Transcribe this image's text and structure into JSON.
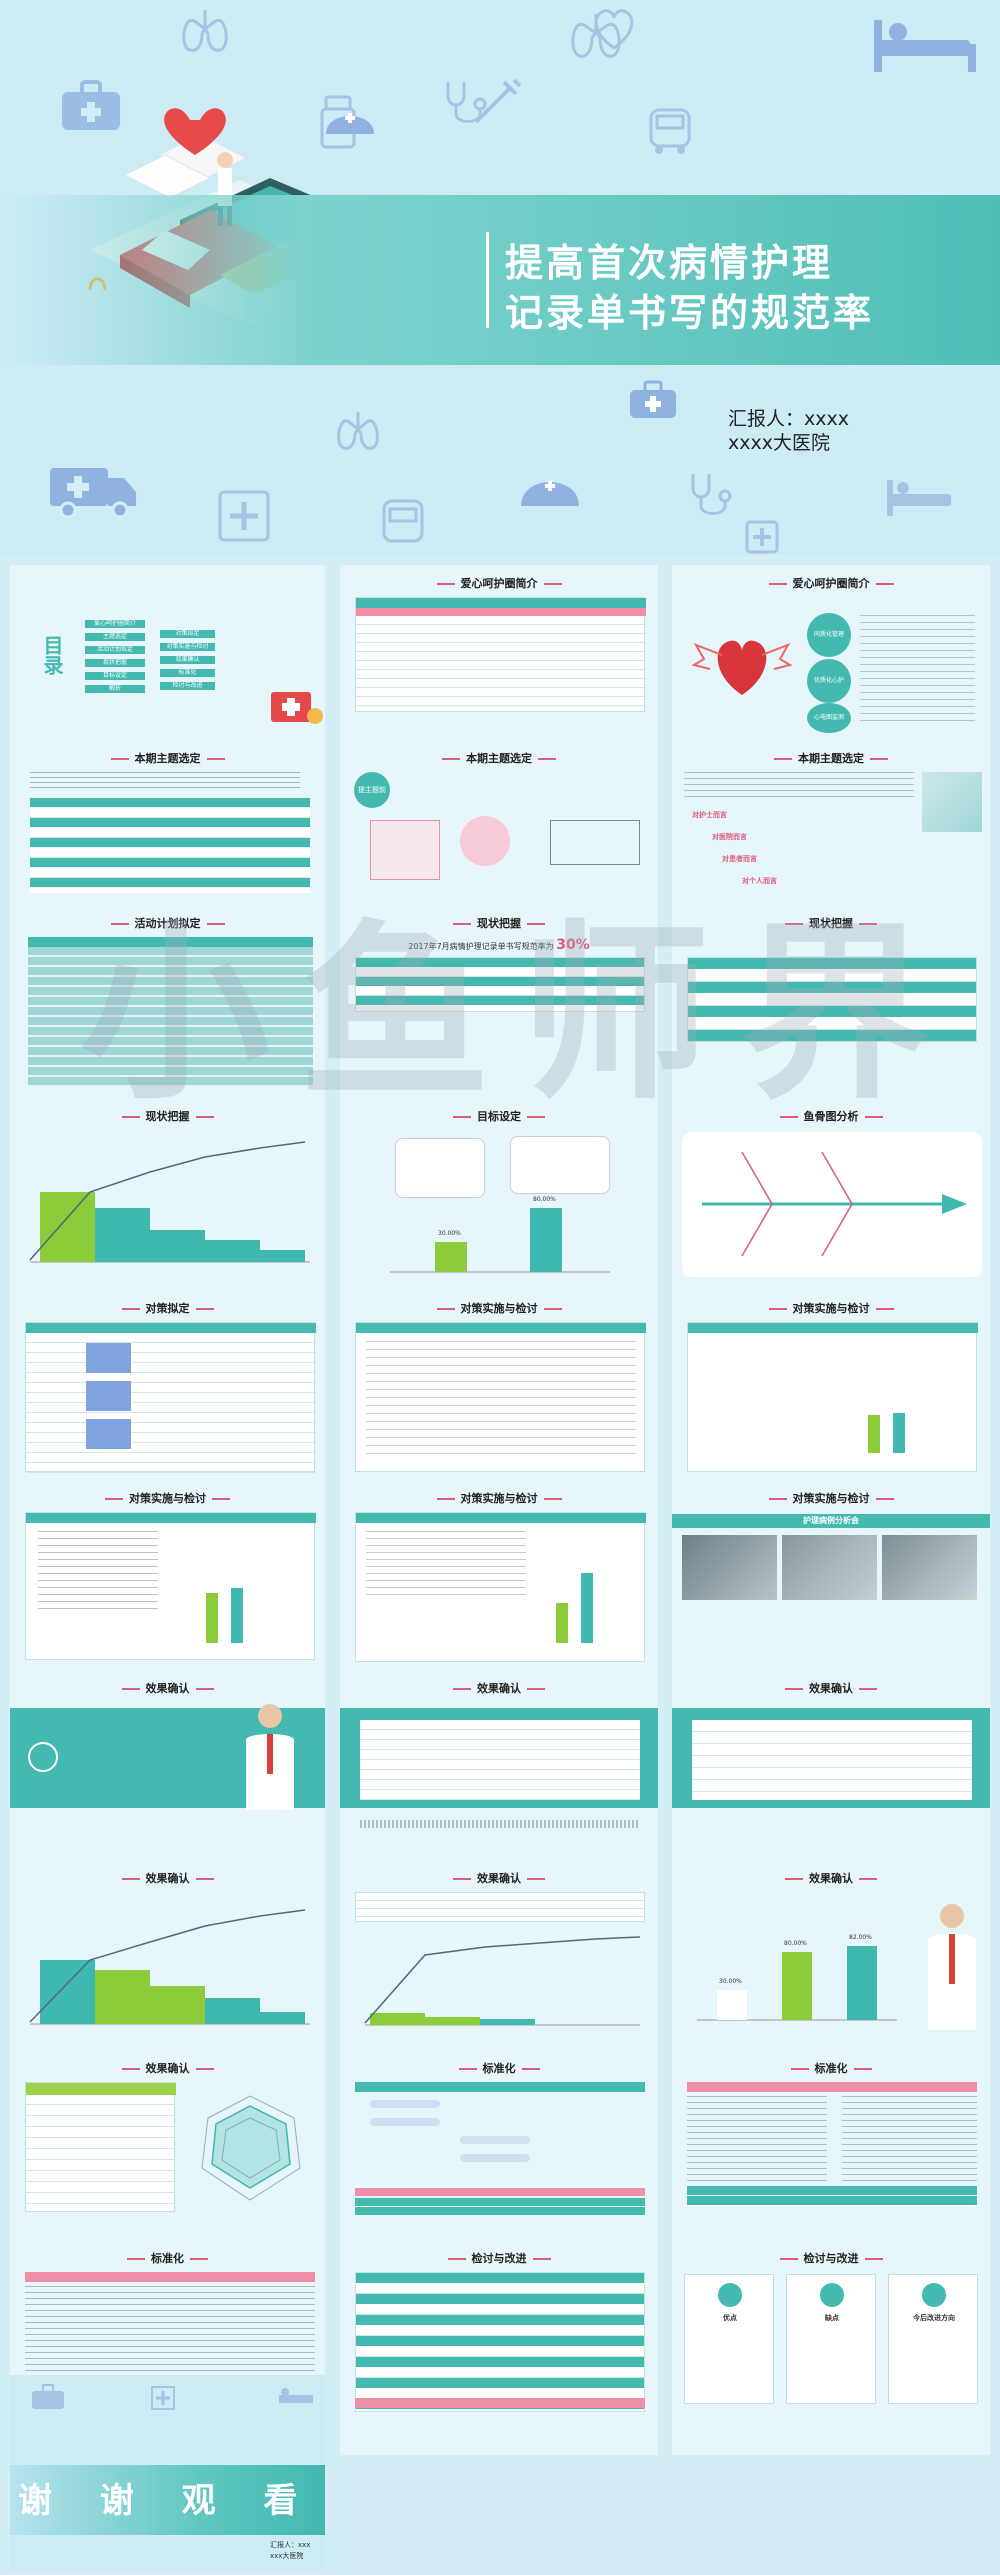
{
  "hero": {
    "title_line1": "提高首次病情护理",
    "title_line2": "记录单书写的规范率",
    "reporter": "汇报人：xxxx",
    "hospital": "xxxx大医院"
  },
  "watermark": "小鱼师界",
  "slides": {
    "toc_label": "目录",
    "toc_items": [
      "爱心呵护圈简介",
      "主题选定",
      "活动计划拟定",
      "现状把握",
      "目标设定",
      "解析",
      "对策拟定",
      "对策实施与检讨",
      "效果确认",
      "标准化",
      "检讨与改进"
    ],
    "titles": {
      "circle_intro": "爱心呵护圈简介",
      "theme_select": "本期主题选定",
      "activity_plan": "活动计划拟定",
      "current_status": "现状把握",
      "target_setting": "目标设定",
      "fishbone": "鱼骨图分析",
      "countermeasure_plan": "对策拟定",
      "countermeasure_check": "对策实施与检讨",
      "effect_confirm": "效果确认",
      "standardize": "标准化",
      "review_improve": "检讨与改进"
    },
    "circle_badges": [
      "同质化管理",
      "优质化心护",
      "心电图监测"
    ],
    "chart_caption": "2017年7月病情护理记录单书写规范率为",
    "chart_percent": "30%",
    "target_labels": [
      "30.00%",
      "80.00%"
    ],
    "effect_labels": [
      "30.00%",
      "80.00%",
      "82.00%"
    ],
    "case_meeting": "护理病例分析会",
    "review_cards": [
      "优点",
      "缺点",
      "今后改进方向"
    ],
    "theme_tag": "提主题前",
    "theme_bullets": [
      "对护士而言",
      "对医院而言",
      "对患者而言",
      "对个人而言"
    ]
  },
  "closing": {
    "thanks": "谢 谢 观 看",
    "reporter": "汇报人：xxx",
    "hospital": "xxx大医院"
  }
}
